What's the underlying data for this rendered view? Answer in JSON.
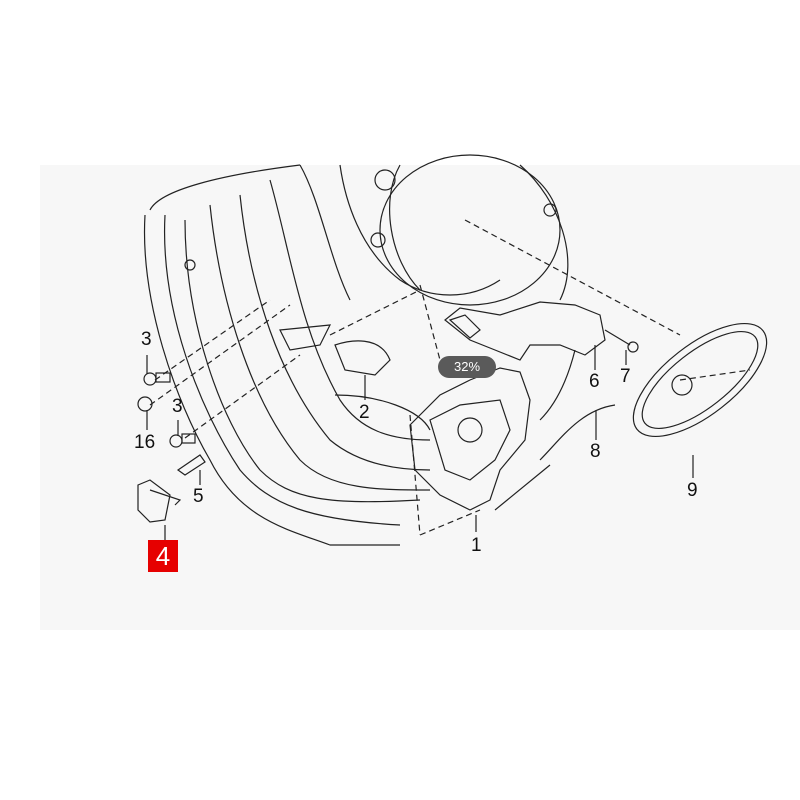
{
  "diagram": {
    "zoom_badge": "32%",
    "highlighted_part": "4",
    "highlight_color": "#e60000",
    "part_labels": [
      "1",
      "2",
      "3",
      "3",
      "5",
      "6",
      "7",
      "8",
      "9",
      "16"
    ]
  }
}
